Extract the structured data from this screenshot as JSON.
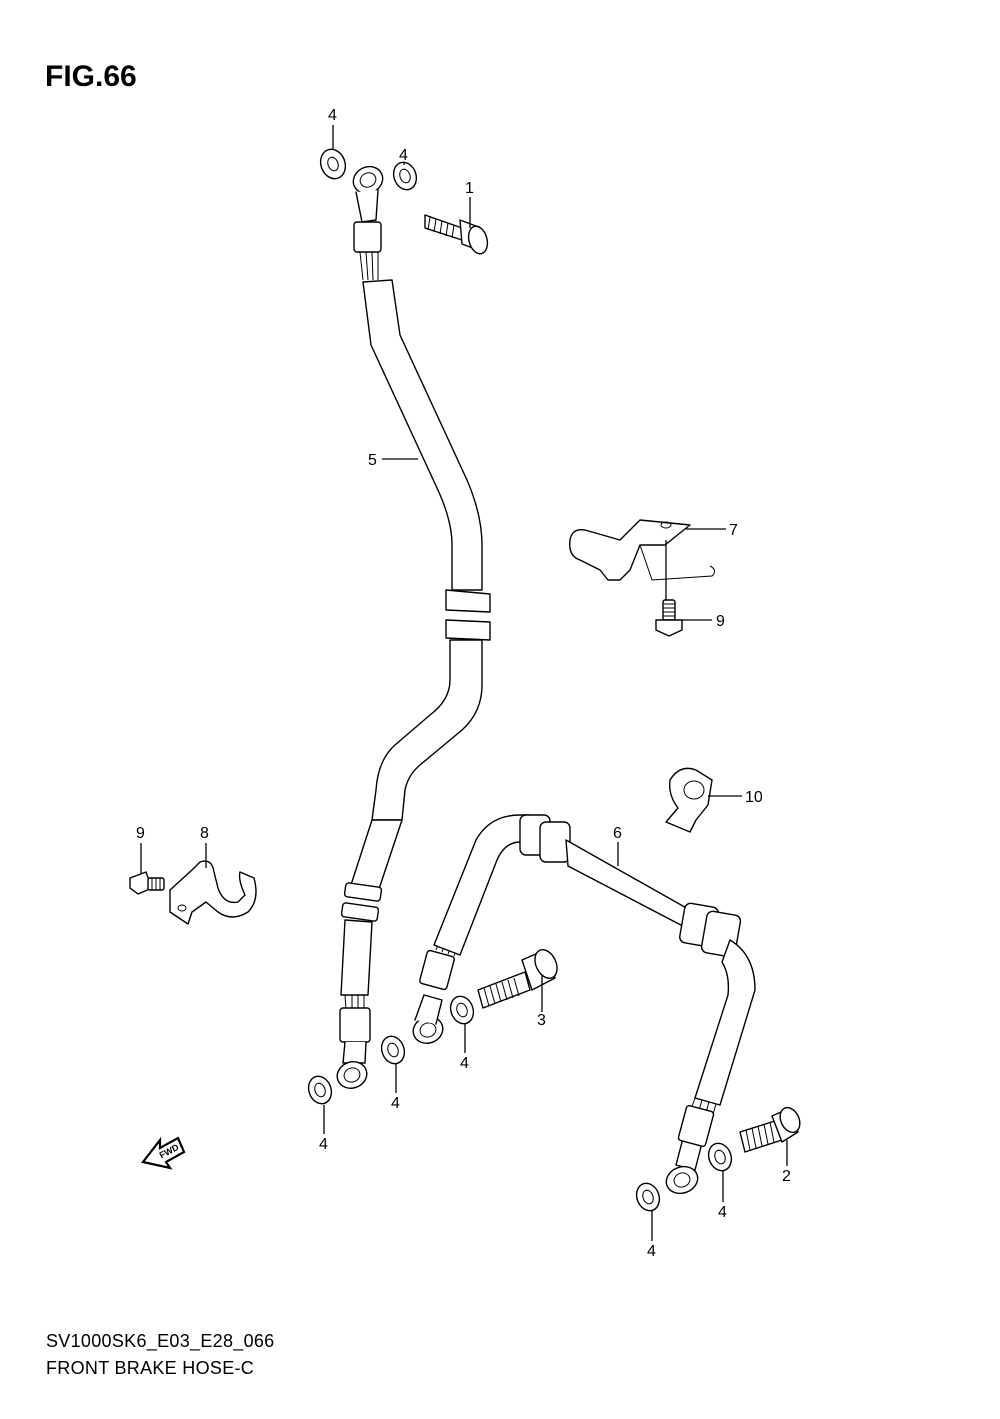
{
  "figure": {
    "title": "FIG.66",
    "code": "SV1000SK6_E03_E28_066",
    "name": "FRONT BRAKE HOSE-C"
  },
  "callouts": {
    "c1": "1",
    "c2": "2",
    "c3": "3",
    "c4a": "4",
    "c4b": "4",
    "c4c": "4",
    "c4d": "4",
    "c4e": "4",
    "c4f": "4",
    "c4g": "4",
    "c5": "5",
    "c6": "6",
    "c7": "7",
    "c8": "8",
    "c9a": "9",
    "c9b": "9",
    "c10": "10"
  },
  "direction_arrow": {
    "label": "FWD",
    "icon": "fwd-arrow-icon"
  }
}
